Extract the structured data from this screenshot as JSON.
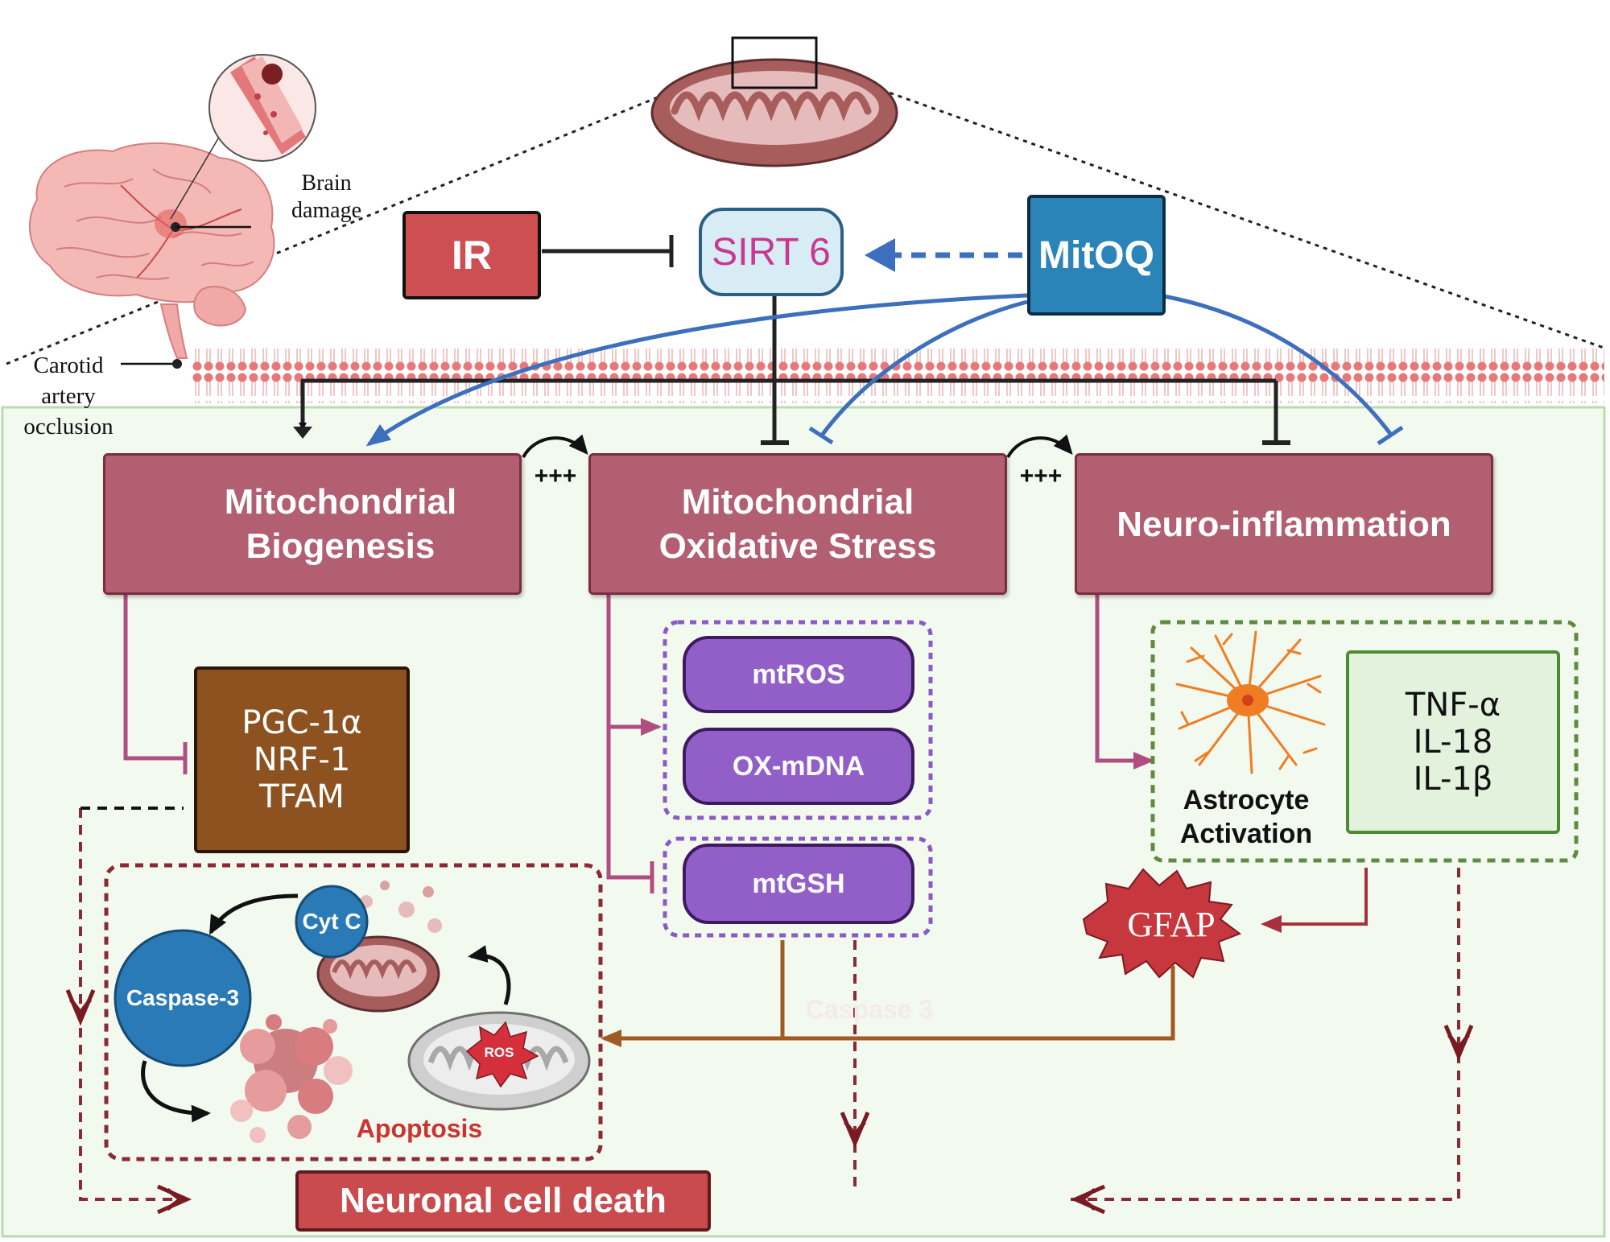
{
  "illustration": {
    "brain_label": "Brain\ndamage",
    "carotid_label": "Carotid\nartery\nocclusion",
    "icons": [
      "brain-icon",
      "blood-vessel-clot-icon",
      "mitochondrion-icon",
      "cell-membrane-icon",
      "astrocyte-icon",
      "apoptotic-cell-icon",
      "damaged-mitochondrion-icon",
      "ros-mitochondrion-icon"
    ]
  },
  "top": {
    "ir": "IR",
    "sirt6": "SIRT 6",
    "mitoq": "MitOQ"
  },
  "categories": {
    "biogenesis": "Mitochondrial\nBiogenesis",
    "oxidative_stress": "Mitochondrial\nOxidative Stress",
    "neuroinflammation": "Neuro-inflammation",
    "synergy_1": "+++",
    "synergy_2": "+++"
  },
  "biogenesis_markers": "PGC-1α\nNRF-1\nTFAM",
  "oxidative_markers": {
    "mtros": "mtROS",
    "oxmdna": "OX-mDNA",
    "mtgsh": "mtGSH"
  },
  "inflammation": {
    "astrocyte": "Astrocyte\nActivation",
    "cytokines": "TNF-α\nIL-18\nIL-1β",
    "gfap": "GFAP"
  },
  "apoptosis": {
    "cytc": "Cyt C",
    "caspase3": "Caspase-3",
    "ros": "ROS",
    "label": "Apoptosis",
    "faint_label": "Caspase 3"
  },
  "outcome": "Neuronal cell death",
  "colors": {
    "category_box": "#b15f71",
    "mitoq_box": "#2a84b8",
    "ir_box": "#cd4f52",
    "sirt6_text": "#c7388e",
    "marker_box": "#8d5220",
    "pill": "#925fc9",
    "cell_bg": "#f2f9ef",
    "outcome_box": "#c94b4e",
    "gfap": "#c6383e",
    "apoptosis_text": "#cc3333"
  }
}
